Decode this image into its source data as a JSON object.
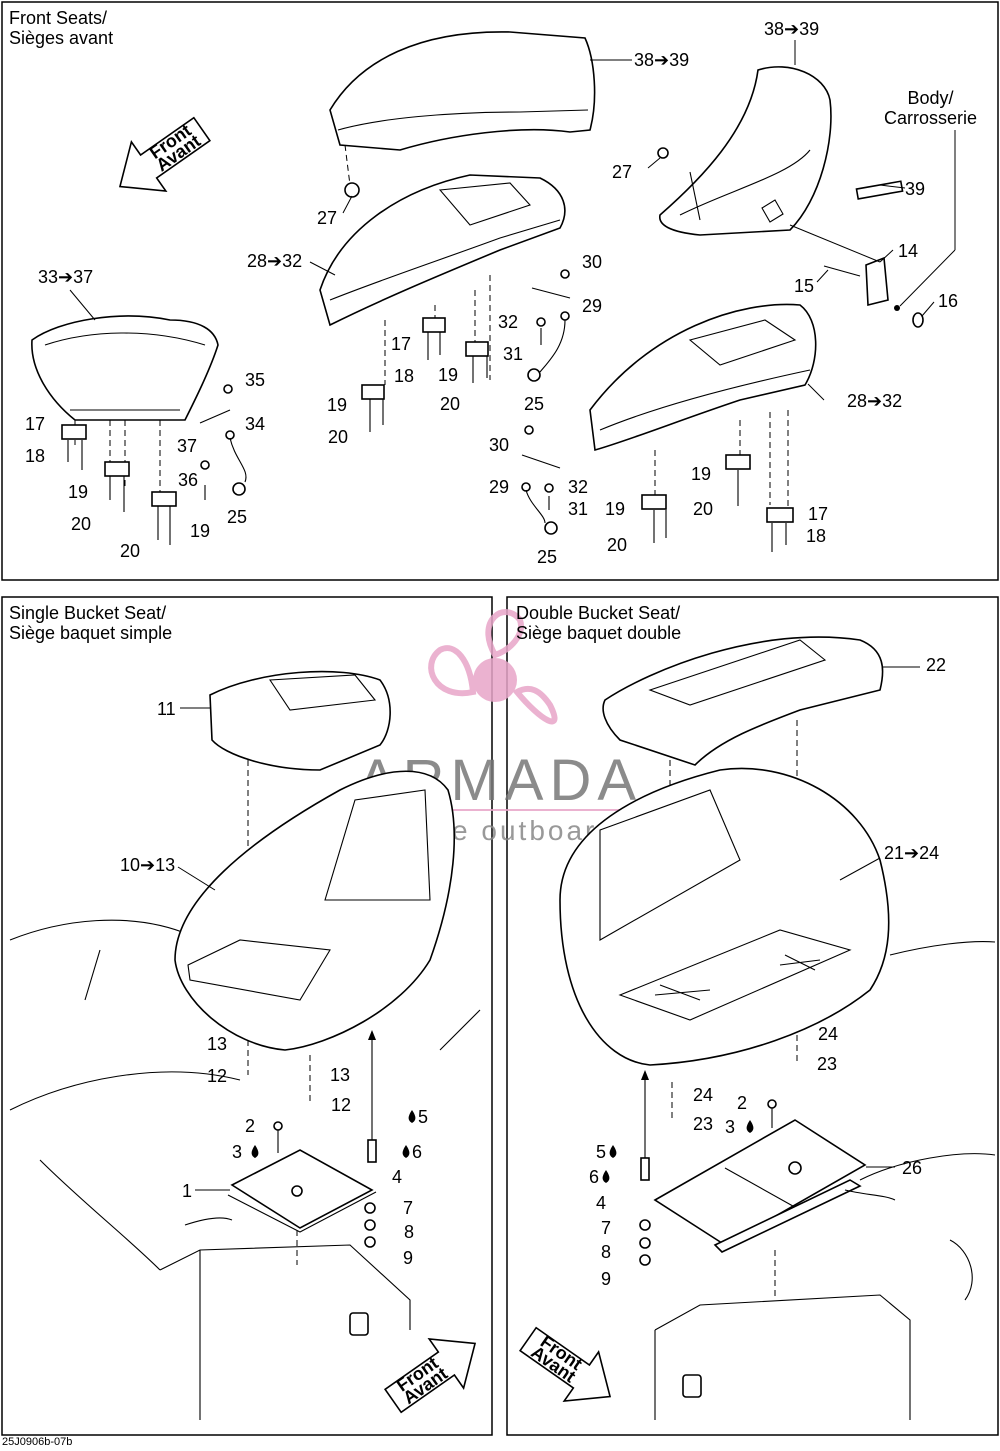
{
  "panels": {
    "front_seats": {
      "title": "Front Seats/\nSièges avant"
    },
    "single_bucket": {
      "title": "Single Bucket Seat/\nSiège baquet simple"
    },
    "double_bucket": {
      "title": "Double Bucket Seat/\nSiège baquet double"
    }
  },
  "body_label": "Body/\nCarrosserie",
  "arrow_text": "Front\nAvant",
  "watermark": {
    "brand": "ARMADA",
    "tagline": "marine outboards",
    "color": "#e8a5c8"
  },
  "doc_code": "25J0906b-07b",
  "callouts": [
    "38➔39",
    "38➔39",
    "27",
    "27",
    "28➔32",
    "28➔32",
    "33➔37",
    "39",
    "14",
    "15",
    "16",
    "30",
    "29",
    "32",
    "31",
    "25",
    "17",
    "18",
    "19",
    "20",
    "19",
    "20",
    "35",
    "34",
    "37",
    "36",
    "25",
    "17",
    "18",
    "19",
    "20",
    "19",
    "20",
    "30",
    "29",
    "32",
    "31",
    "25",
    "19",
    "20",
    "19",
    "20",
    "17",
    "18",
    "11",
    "10➔13",
    "13",
    "12",
    "13",
    "12",
    "2",
    "3",
    "5",
    "6",
    "4",
    "1",
    "7",
    "8",
    "9",
    "22",
    "21➔24",
    "24",
    "23",
    "24",
    "23",
    "2",
    "3",
    "5",
    "6",
    "4",
    "7",
    "8",
    "9",
    "26"
  ]
}
